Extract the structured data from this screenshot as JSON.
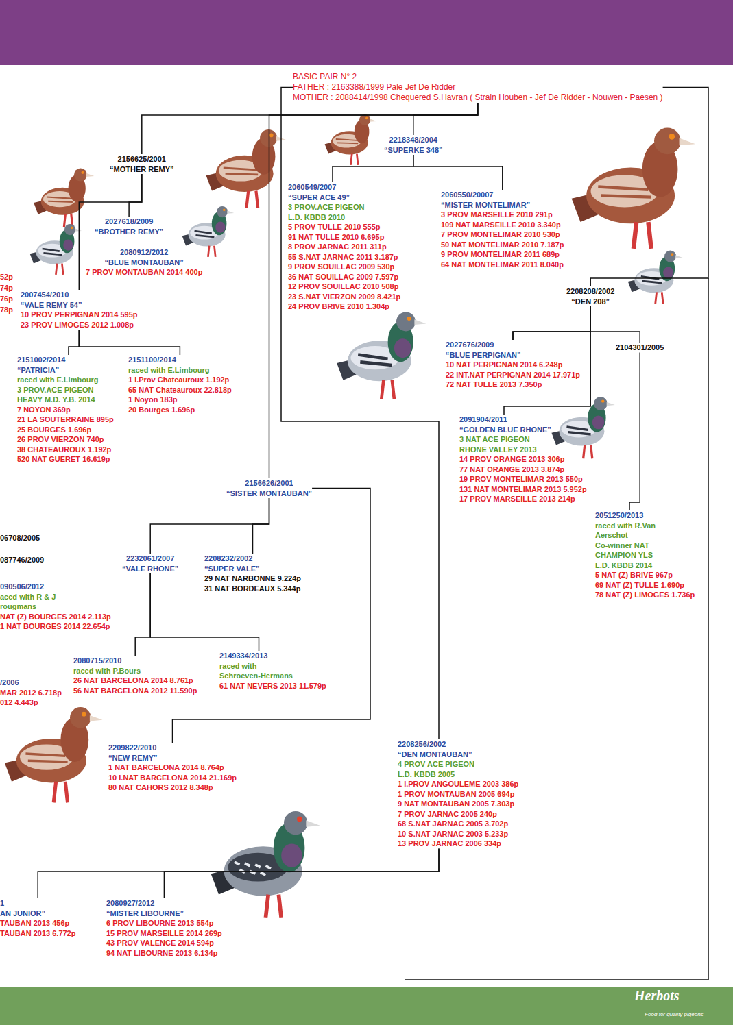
{
  "diagram": {
    "nodes": [
      {
        "text": [
          "BASIC PAIR N° 2",
          "FATHER : 2163388/1999 Pale Jef De Ridder",
          "MOTHER : 2088414/1998 Chequered S.Havran ( Strain Houben - Jef De Ridder - Nouwen - Paesen )"
        ]
      },
      {
        "text": [
          "2156625/2001",
          "“MOTHER REMY”"
        ]
      },
      {
        "text": [
          "2027618/2009",
          "“BROTHER REMY”"
        ]
      },
      {
        "text": [
          "2080912/2012",
          "“BLUE MONTAUBAN”",
          "7 PROV MONTAUBAN 2014 400p"
        ]
      },
      {
        "text": [
          "2007454/2010",
          "“VALE REMY 54”",
          "10 PROV PERPIGNAN 2014 595p",
          "23 PROV LIMOGES 2012 1.008p"
        ]
      },
      {
        "text": [
          "2218348/2004",
          "“SUPERKE 348”"
        ]
      },
      {
        "text": [
          "2060549/2007",
          "“SUPER ACE 49”",
          "3 PROV.ACE PIGEON L.D. KBDB 2010",
          "5 PROV TULLE 2010 555p",
          "91 NAT TULLE 2010 6.695p",
          "8 PROV JARNAC 2011 311p",
          "55 S.NAT JARNAC 2011 3.187p",
          "9 PROV SOUILLAC 2009 530p",
          "36 NAT SOUILLAC 2009 7.597p",
          "12 PROV SOUILLAC 2010 508p",
          "23 S.NAT VIERZON 2009 8.421p",
          "24 PROV BRIVE 2010 1.304p"
        ]
      },
      {
        "text": [
          "2060550/20007",
          "“MISTER MONTELIMAR”",
          "3 PROV MARSEILLE 2010 291p",
          "109 NAT MARSEILLE 2010 3.340p",
          "7 PROV MONTELIMAR 2010 530p",
          "50 NAT MONTELIMAR 2010 7.187p",
          "9 PROV MONTELIMAR 2011 689p",
          "64 NAT MONTELIMAR 2011 8.040p"
        ]
      },
      {
        "text": [
          "2208208/2002",
          "“DEN 208”"
        ]
      },
      {
        "text": [
          "2151002/2014",
          "“PATRICIA”",
          "raced with E.Limbourg",
          "3 PROV.ACE PIGEON HEAVY M.D. Y.B. 2014",
          "7 NOYON 369p",
          "21 LA SOUTERRAINE 895p",
          "25 BOURGES 1.696p",
          "26 PROV VIERZON 740p",
          "38 CHATEAUROUX 1.192p",
          "520 NAT GUERET 16.619p"
        ]
      },
      {
        "text": [
          "2151100/2014",
          "raced with E.Limbourg",
          "1 I.Prov Chateauroux 1.192p",
          "65 NAT Chateauroux 22.818p",
          "1 Noyon 183p",
          "20 Bourges 1.696p"
        ]
      },
      {
        "text": [
          "2027676/2009",
          "“BLUE PERPIGNAN”",
          "10 NAT PERPIGNAN 2014 6.248p",
          "22 INT.NAT PERPIGNAN 2014 17.971p",
          "72 NAT TULLE 2013 7.350p"
        ]
      },
      {
        "text": [
          "2104301/2005"
        ]
      },
      {
        "text": [
          "2091904/2011",
          "“GOLDEN BLUE RHONE”",
          "3 NAT ACE PIGEON RHONE VALLEY 2013",
          "14 PROV ORANGE 2013 306p",
          "77 NAT ORANGE 2013 3.874p",
          "19 PROV MONTELIMAR 2013 550p",
          "131 NAT MONTELIMAR 2013 5.952p",
          "17 PROV MARSEILLE 2013 214p"
        ]
      },
      {
        "text": [
          "2156626/2001",
          "“SISTER MONTAUBAN”"
        ]
      },
      {
        "text": [
          "2051250/2013",
          "raced with R.Van Aerschot",
          "Co-winner NAT CHAMPION YLS L.D. KBDB 2014",
          "5 NAT (Z) BRIVE 967p",
          "69 NAT (Z) TULLE 1.690p",
          "78 NAT (Z) LIMOGES 1.736p"
        ]
      },
      {
        "text": [
          "06708/2005"
        ]
      },
      {
        "text": [
          "087746/2009"
        ]
      },
      {
        "text": [
          "090506/2012",
          "aced with R & J rougmans",
          "NAT (Z) BOURGES 2014 2.113p",
          "1 NAT BOURGES 2014 22.654p"
        ]
      },
      {
        "text": [
          "2232061/2007",
          "“VALE RHONE”"
        ]
      },
      {
        "text": [
          "2208232/2002",
          "“SUPER VALE”",
          "29 NAT NARBONNE 9.224p",
          "31 NAT BORDEAUX 5.344p"
        ]
      },
      {
        "text": [
          "2080715/2010",
          "raced with P.Bours",
          "26 NAT BARCELONA 2014 8.761p",
          "56 NAT BARCELONA 2012 11.590p"
        ]
      },
      {
        "text": [
          "2149334/2013",
          "raced with Schroeven-Hermans",
          "61 NAT NEVERS 2013 11.579p"
        ]
      },
      {
        "text": [
          "/2006",
          "MAR 2012 6.718p",
          "012 4.443p"
        ]
      },
      {
        "text": [
          "2209822/2010",
          "“NEW REMY”",
          "1 NAT BARCELONA 2014 8.764p",
          "10 I.NAT BARCELONA 2014 21.169p",
          "80 NAT CAHORS 2012 8.348p"
        ]
      },
      {
        "text": [
          "2208256/2002",
          "“DEN MONTAUBAN”",
          "4 PROV ACE PIGEON L.D. KBDB 2005",
          "1 I.PROV ANGOULEME 2003 386p",
          "1 PROV MONTAUBAN 2005 694p",
          "9 NAT MONTAUBAN 2005 7.303p",
          "7 PROV JARNAC 2005 240p",
          "68 S.NAT JARNAC 2005 3.702p",
          "10 S.NAT JARNAC 2003 5.233p",
          "13 PROV JARNAC 2006 334p"
        ]
      },
      {
        "text": [
          "1",
          "AN JUNIOR”",
          "TAUBAN 2013 456p",
          "TAUBAN 2013 6.772p"
        ]
      },
      {
        "text": [
          "2080927/2012",
          "“MISTER LIBOURNE”",
          "6 PROV LIBOURNE 2013 554p",
          "15 PROV MARSEILLE 2014 269p",
          "43 PROV VALENCE 2014 594p",
          "94 NAT LIBOURNE 2013 6.134p"
        ]
      }
    ],
    "edges": [
      {
        "from": 0,
        "to": 1,
        "arrow": "none"
      },
      {
        "from": 0,
        "to": 5,
        "arrow": "none"
      },
      {
        "from": 0,
        "to": 14,
        "arrow": "none"
      },
      {
        "from": 0,
        "to": 25,
        "arrow": "none"
      },
      {
        "from": 0,
        "to": 8,
        "arrow": "none"
      },
      {
        "from": 1,
        "to": 2,
        "arrow": "none"
      },
      {
        "from": 1,
        "to": 4,
        "arrow": "none"
      },
      {
        "from": 5,
        "to": 6,
        "arrow": "none"
      },
      {
        "from": 5,
        "to": 7,
        "arrow": "none"
      },
      {
        "from": 4,
        "to": 9,
        "arrow": "none"
      },
      {
        "from": 4,
        "to": 10,
        "arrow": "none"
      },
      {
        "from": 8,
        "to": 11,
        "arrow": "none"
      },
      {
        "from": 12,
        "to": 11,
        "arrow": "none"
      },
      {
        "from": 8,
        "to": 13,
        "arrow": "none"
      },
      {
        "from": 12,
        "to": 15,
        "arrow": "none"
      },
      {
        "from": 14,
        "to": 19,
        "arrow": "none"
      },
      {
        "from": 14,
        "to": 20,
        "arrow": "none"
      },
      {
        "from": 14,
        "to": 24,
        "arrow": "none"
      },
      {
        "from": 19,
        "to": 21,
        "arrow": "none"
      },
      {
        "from": 19,
        "to": 22,
        "arrow": "none"
      },
      {
        "from": 25,
        "to": 27,
        "arrow": "none"
      },
      {
        "from": 25,
        "to": 26,
        "arrow": "none"
      }
    ],
    "labels": [
      "52p",
      "74p",
      "76p",
      "78p",
      "Herbots",
      "— Food for quality pigeons —"
    ]
  }
}
